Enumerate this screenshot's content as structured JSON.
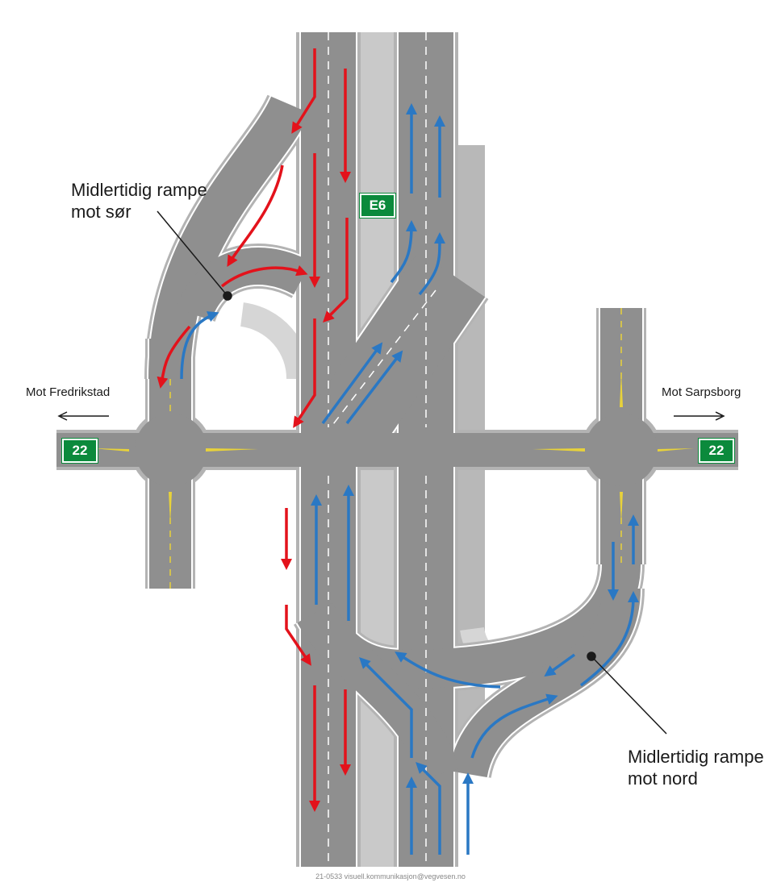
{
  "labels": {
    "ramp_south": [
      "Midlertidig rampe",
      "mot sør"
    ],
    "ramp_north": [
      "Midlertidig rampe",
      "mot nord"
    ],
    "to_fredrikstad": "Mot Fredrikstad",
    "to_sarpsborg": "Mot Sarpsborg"
  },
  "signs": {
    "e6": "E6",
    "road22_left": "22",
    "road22_right": "22"
  },
  "footer": "21-0533 visuell.kommunikasjon@vegvesen.no",
  "colors": {
    "road": "#8f8f8f",
    "shoulder": "#b3b3b3",
    "southbound": "#e3121b",
    "northbound": "#2a78c4",
    "sign": "#0b8a3c"
  }
}
